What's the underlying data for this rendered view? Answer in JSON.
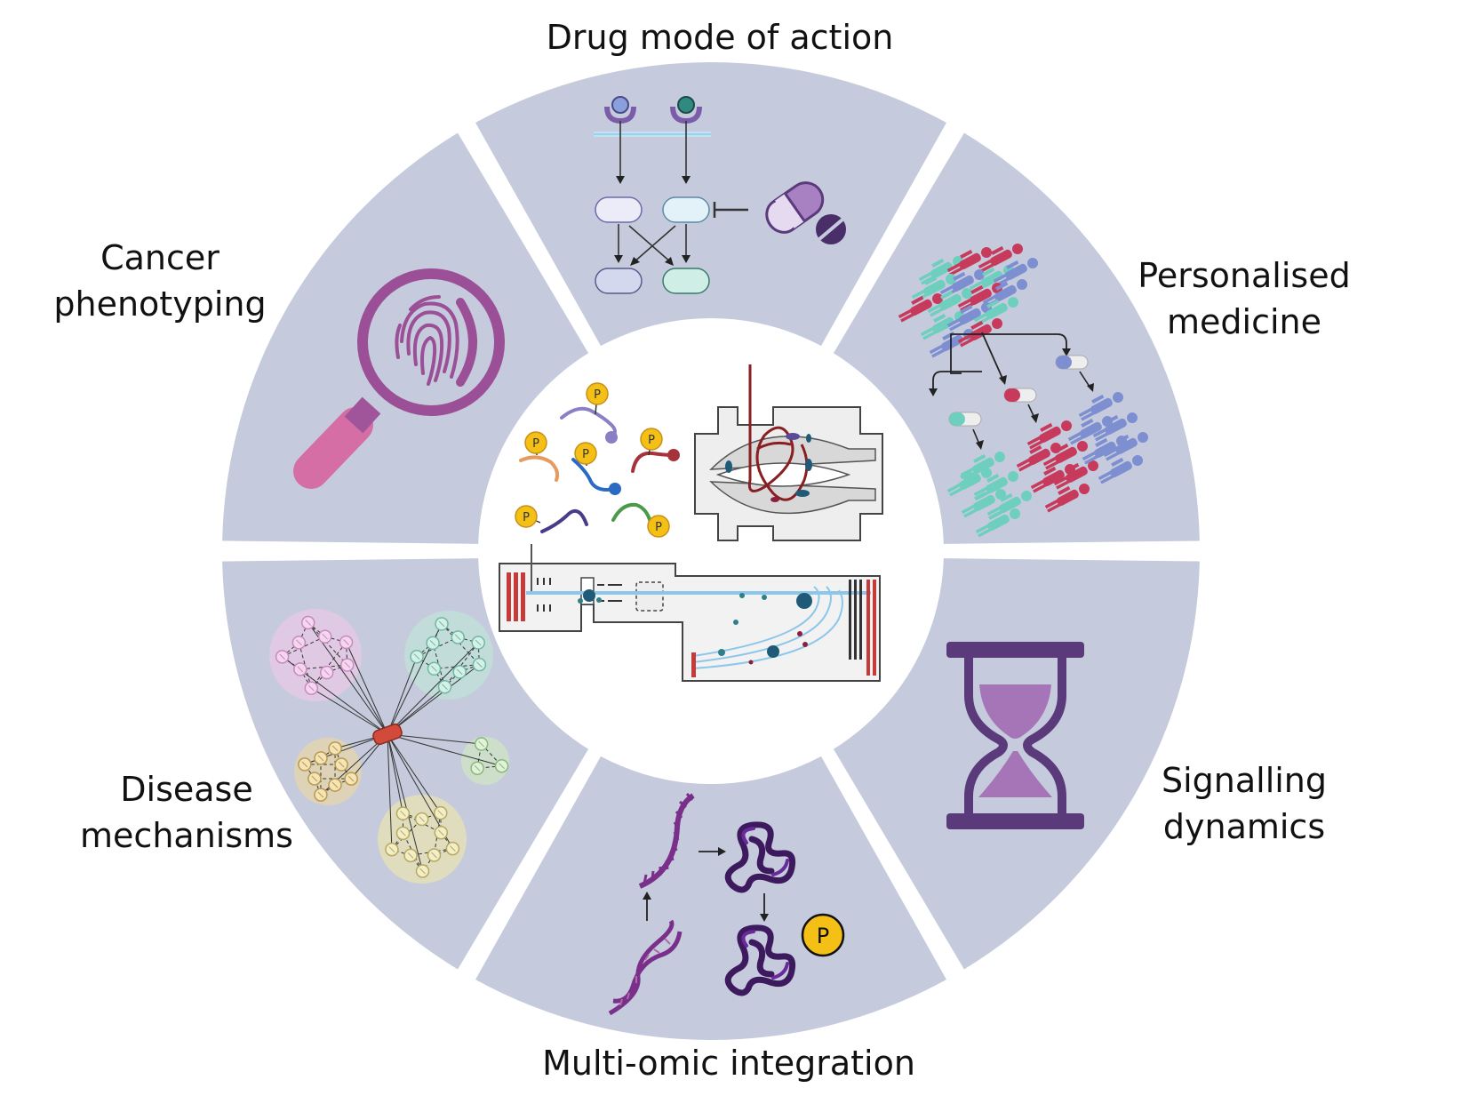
{
  "segments": [
    {
      "id": "drug",
      "label_lines": [
        "Drug mode of action"
      ]
    },
    {
      "id": "personalised",
      "label_lines": [
        "Personalised",
        "medicine"
      ]
    },
    {
      "id": "signalling",
      "label_lines": [
        "Signalling",
        "dynamics"
      ]
    },
    {
      "id": "multiomic",
      "label_lines": [
        "Multi-omic integration"
      ]
    },
    {
      "id": "disease",
      "label_lines": [
        "Disease",
        "mechanisms"
      ]
    },
    {
      "id": "cancer",
      "label_lines": [
        "Cancer",
        "phenotyping"
      ]
    }
  ],
  "icons": {
    "phospho_label": "P"
  },
  "colors": {
    "segment_fill": "#c5cbdc",
    "accent_purple": "#5a3a7a",
    "magnifier_purple": "#9b4f96",
    "pink": "#d66ea6",
    "people_red": "#c73a5c",
    "people_teal": "#6fcfbf",
    "people_blue": "#7d8fd0",
    "phospho_yellow": "#f5c016"
  }
}
